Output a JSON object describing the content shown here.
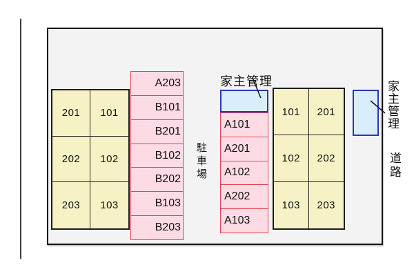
{
  "labels": {
    "parking_lot_vertical": "駐車場",
    "owner_managed_top": "家主管理",
    "owner_managed_right": "家主管理",
    "road_vertical": "道路"
  },
  "left_building": {
    "rows": [
      [
        "201",
        "101"
      ],
      [
        "202",
        "102"
      ],
      [
        "203",
        "103"
      ]
    ]
  },
  "b_spaces": [
    "A203",
    "B101",
    "B201",
    "B102",
    "B202",
    "B103",
    "B203"
  ],
  "a_spaces": [
    "A101",
    "A201",
    "A102",
    "A202",
    "A103"
  ],
  "right_building": {
    "rows": [
      [
        "101",
        "201"
      ],
      [
        "102",
        "202"
      ],
      [
        "103",
        "203"
      ]
    ]
  },
  "colors": {
    "canvas_bg": "#f3f3f3",
    "unit_fill": "#f7f2c5",
    "unit_border": "#1c1c1c",
    "space_fill": "#fcdbe5",
    "space_border": "#e5414e",
    "owner_fill": "#d9edfb",
    "owner_border": "#2a34b8"
  }
}
